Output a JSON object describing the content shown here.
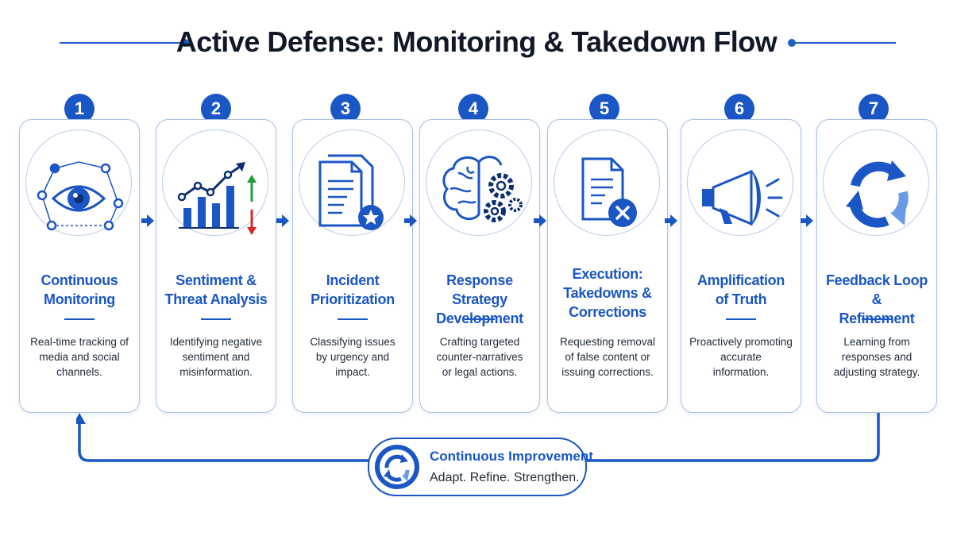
{
  "title": "Active Defense: Monitoring & Takedown Flow",
  "colors": {
    "primary": "#1a56c4",
    "card_border": "#a9c0e4",
    "up_arrow": "#1f9d3a",
    "down_arrow": "#d62828"
  },
  "steps": [
    {
      "number": "1",
      "icon": "eye-network-icon",
      "title_lines": [
        "Continuous",
        "Monitoring"
      ],
      "desc_lines": [
        "Real-time tracking of",
        "media and social",
        "channels."
      ]
    },
    {
      "number": "2",
      "icon": "bar-chart-trend-icon",
      "title_lines": [
        "Sentiment &",
        "Threat Analysis"
      ],
      "desc_lines": [
        "Identifying negative",
        "sentiment and",
        "misinformation."
      ]
    },
    {
      "number": "3",
      "icon": "document-star-icon",
      "title_lines": [
        "Incident",
        "Prioritization"
      ],
      "desc_lines": [
        "Classifying issues",
        "by urgency and",
        "impact."
      ]
    },
    {
      "number": "4",
      "icon": "brain-gears-icon",
      "title_lines": [
        "Response Strategy",
        "Development"
      ],
      "desc_lines": [
        "Crafting targeted",
        "counter-narratives",
        "or legal actions."
      ]
    },
    {
      "number": "5",
      "icon": "document-remove-icon",
      "title_lines": [
        "Execution:",
        "Takedowns &",
        "Corrections"
      ],
      "desc_lines": [
        "Requesting removal",
        "of false content or",
        "issuing corrections."
      ]
    },
    {
      "number": "6",
      "icon": "megaphone-icon",
      "title_lines": [
        "Amplification",
        "of Truth"
      ],
      "desc_lines": [
        "Proactively promoting",
        "accurate",
        "information."
      ]
    },
    {
      "number": "7",
      "icon": "refresh-cycle-icon",
      "title_lines": [
        "Feedback Loop &",
        "Refinement"
      ],
      "desc_lines": [
        "Learning from",
        "responses and",
        "adjusting strategy."
      ]
    }
  ],
  "improvement": {
    "icon": "refresh-cycle-icon",
    "title": "Continuous Improvement",
    "subtitle": "Adapt. Refine. Strengthen."
  }
}
